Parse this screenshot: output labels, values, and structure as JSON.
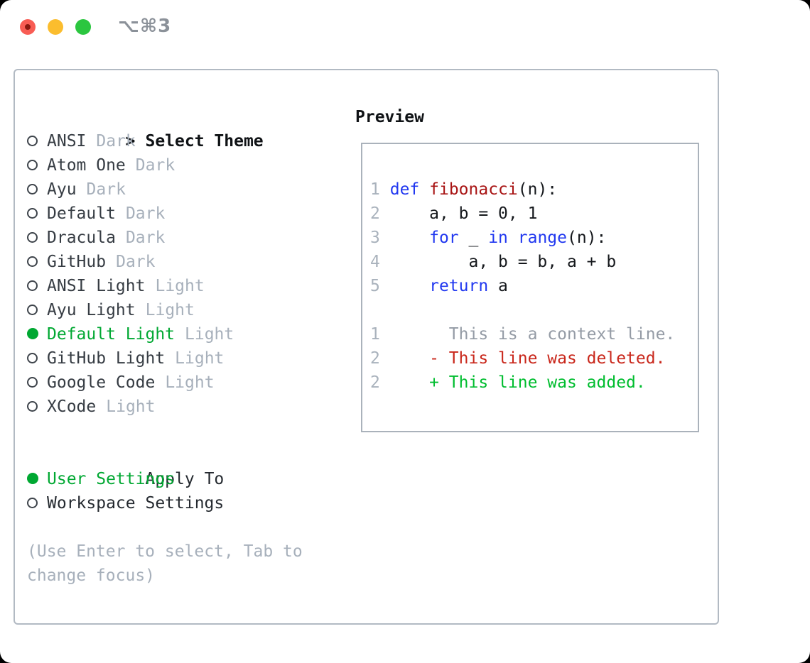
{
  "titlebar": {
    "shortcut": "⌥⌘3"
  },
  "colors": {
    "accent_green": "#00a832",
    "added_green": "#00bd2f",
    "deleted_red": "#c9271b",
    "keyword_blue": "#2138f0",
    "function_red": "#a81414",
    "muted_gray": "#a7b0bb",
    "panel_border": "#b2bac3"
  },
  "theme_selector": {
    "header_chevron": ">",
    "header": "Select Theme",
    "items": [
      {
        "name": "ANSI",
        "variant": "Dark",
        "selected": false
      },
      {
        "name": "Atom One",
        "variant": "Dark",
        "selected": false
      },
      {
        "name": "Ayu",
        "variant": "Dark",
        "selected": false
      },
      {
        "name": "Default",
        "variant": "Dark",
        "selected": false
      },
      {
        "name": "Dracula",
        "variant": "Dark",
        "selected": false
      },
      {
        "name": "GitHub",
        "variant": "Dark",
        "selected": false
      },
      {
        "name": "ANSI Light",
        "variant": "Light",
        "selected": false
      },
      {
        "name": "Ayu Light",
        "variant": "Light",
        "selected": false
      },
      {
        "name": "Default Light",
        "variant": "Light",
        "selected": true
      },
      {
        "name": "GitHub Light",
        "variant": "Light",
        "selected": false
      },
      {
        "name": "Google Code",
        "variant": "Light",
        "selected": false
      },
      {
        "name": "XCode",
        "variant": "Light",
        "selected": false
      }
    ]
  },
  "apply_to": {
    "header": "Apply To",
    "options": [
      {
        "label": "User Settings",
        "selected": true
      },
      {
        "label": "Workspace Settings",
        "selected": false
      }
    ]
  },
  "hint_lines": [
    "(Use Enter to select, Tab to",
    "change focus)"
  ],
  "preview": {
    "title": "Preview",
    "lines": [
      {
        "tokens": [
          [
            "num",
            "1"
          ],
          [
            "pl",
            " "
          ],
          [
            "kw",
            "def"
          ],
          [
            "pl",
            " "
          ],
          [
            "fn",
            "fibonacci"
          ],
          [
            "pl",
            "(n):"
          ]
        ]
      },
      {
        "tokens": [
          [
            "num",
            "2"
          ],
          [
            "pl",
            "     a, b = 0, 1"
          ]
        ]
      },
      {
        "tokens": [
          [
            "num",
            "3"
          ],
          [
            "pl",
            "     "
          ],
          [
            "kw",
            "for"
          ],
          [
            "pl",
            " _ "
          ],
          [
            "kw",
            "in"
          ],
          [
            "pl",
            " "
          ],
          [
            "kw",
            "range"
          ],
          [
            "pl",
            "(n):"
          ]
        ]
      },
      {
        "tokens": [
          [
            "num",
            "4"
          ],
          [
            "pl",
            "         a, b = b, a + b"
          ]
        ]
      },
      {
        "tokens": [
          [
            "num",
            "5"
          ],
          [
            "pl",
            "     "
          ],
          [
            "kw",
            "return"
          ],
          [
            "pl",
            " a"
          ]
        ]
      },
      {
        "tokens": []
      },
      {
        "tokens": [
          [
            "num",
            "1"
          ],
          [
            "ctx",
            "       This is a context line."
          ]
        ]
      },
      {
        "tokens": [
          [
            "num",
            "2"
          ],
          [
            "del",
            "     - This line was deleted."
          ]
        ]
      },
      {
        "tokens": [
          [
            "num",
            "2"
          ],
          [
            "add",
            "     + This line was added."
          ]
        ]
      }
    ]
  }
}
